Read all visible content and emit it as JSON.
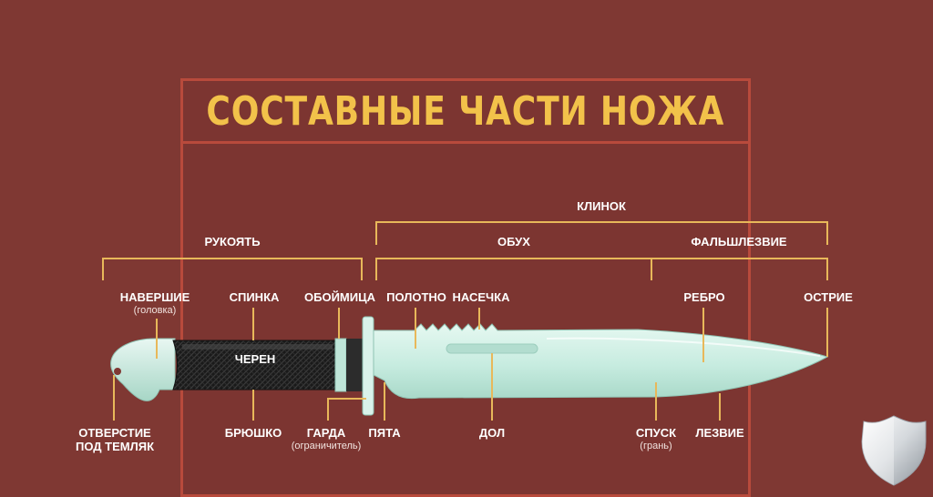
{
  "title": "СОСТАВНЫЕ ЧАСТИ НОЖА",
  "groups": {
    "handle": "РУКОЯТЬ",
    "blade": "КЛИНОК",
    "spine": "ОБУХ",
    "false_edge": "ФАЛЬШЛЕЗВИЕ"
  },
  "parts": {
    "pommel": "НАВЕРШИЕ",
    "pommel_alt": "(головка)",
    "back": "СПИНКА",
    "bolster": "ОБОЙМИЦА",
    "blade_body": "ПОЛОТНО",
    "notch": "НАСЕЧКА",
    "rib": "РЕБРО",
    "tip": "ОСТРИЕ",
    "grip": "ЧЕРЕН",
    "lanyard_hole": "ОТВЕРСТИЕ",
    "lanyard_hole_2": "ПОД ТЕМЛЯК",
    "belly": "БРЮШКО",
    "guard": "ГАРДА",
    "guard_alt": "(ограничитель)",
    "heel": "ПЯТА",
    "fuller": "ДОЛ",
    "grind": "СПУСК",
    "grind_alt": "(грань)",
    "edge": "ЛЕЗВИЕ"
  },
  "colors": {
    "background": "#7f3833",
    "frame": "#b84a3c",
    "title": "#f2c24a",
    "leader_lines": "#e8b85a",
    "blade": "#cdeee2",
    "grip": "#1c1c1c"
  }
}
